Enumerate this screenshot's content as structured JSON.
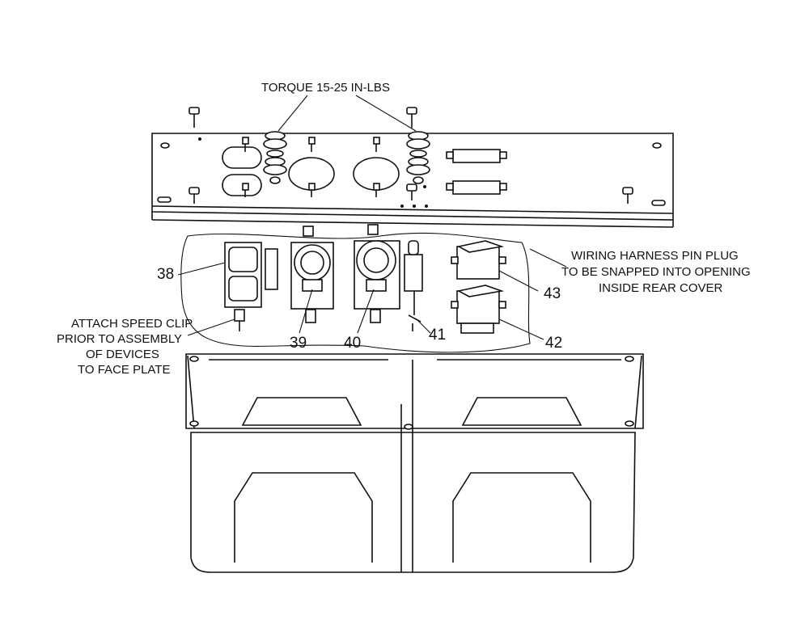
{
  "annotations": {
    "torque": "TORQUE 15-25 IN-LBS",
    "harness_line1": "WIRING HARNESS PIN PLUG",
    "harness_line2": "TO BE SNAPPED INTO OPENING",
    "harness_line3": "INSIDE REAR COVER",
    "clip_line1": "ATTACH SPEED CLIP",
    "clip_line2": "PRIOR TO ASSEMBLY",
    "clip_line3": "OF DEVICES",
    "clip_line4": "TO FACE PLATE"
  },
  "callouts": {
    "c38": "38",
    "c39": "39",
    "c40": "40",
    "c41": "41",
    "c42": "42",
    "c43": "43"
  }
}
